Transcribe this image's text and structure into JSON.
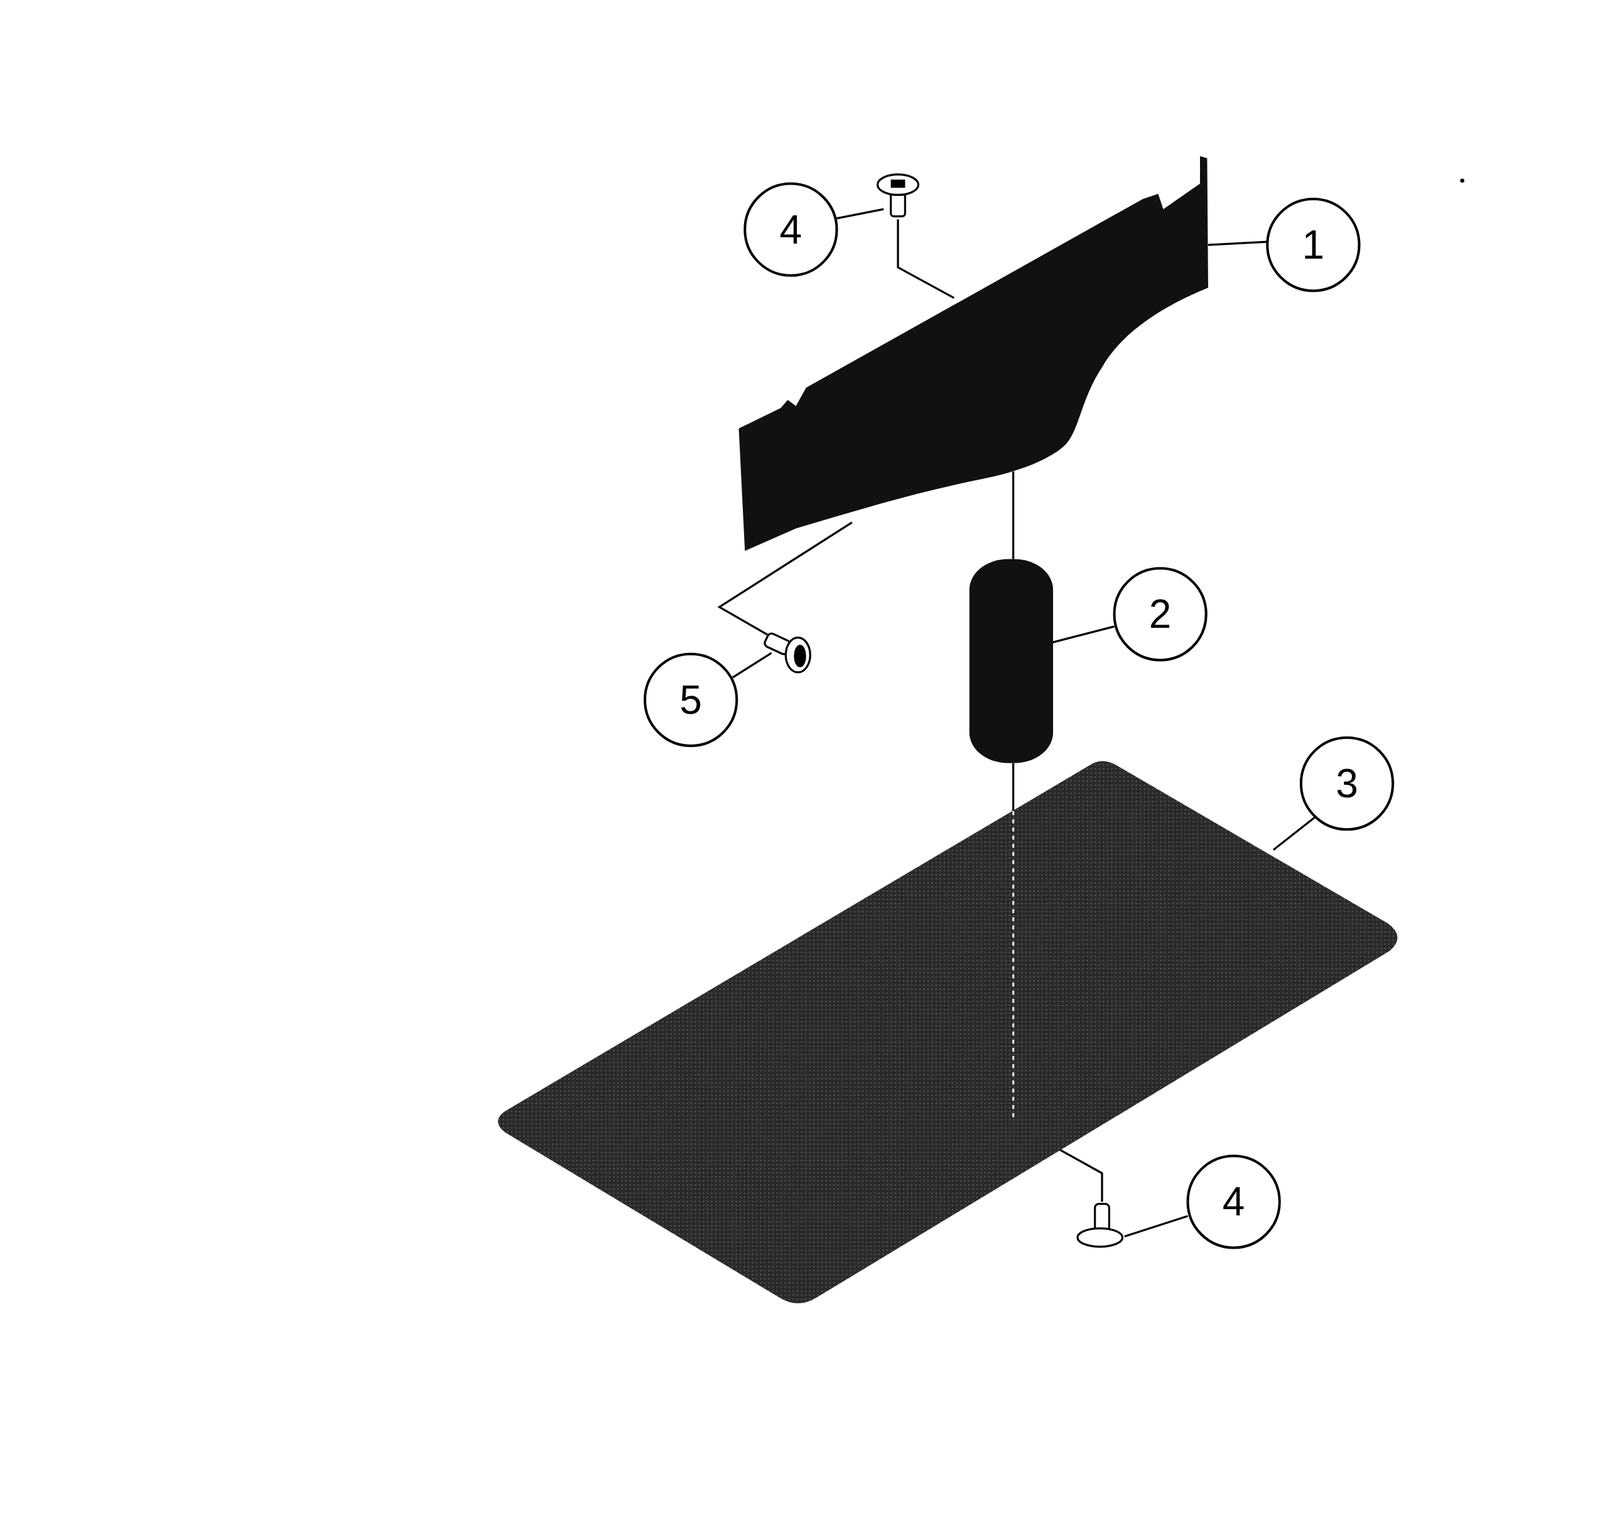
{
  "diagram": {
    "labels": [
      "4",
      "1",
      "2",
      "5",
      "3",
      "4"
    ]
  }
}
